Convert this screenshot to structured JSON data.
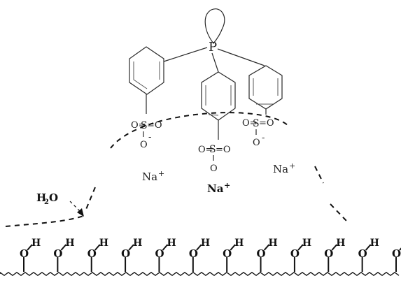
{
  "molecule": {
    "phosphorus": "P",
    "sulfonate_left": {
      "top_o": "O=",
      "s": "S",
      "right_o": "=O",
      "bottom_o": "O",
      "charge": "-"
    },
    "sulfonate_mid": {
      "top_o": "O=",
      "s": "S",
      "right_o": "=O",
      "bottom_o": "O"
    },
    "sulfonate_right": {
      "top_o": "O=",
      "s": "S",
      "right_o": "=O",
      "bottom_o": "O",
      "charge": "-"
    }
  },
  "ions": {
    "na_left": "Na",
    "na_left_sup": "+",
    "na_center": "Na",
    "na_center_sup": "+",
    "na_right": "Na",
    "na_right_sup": "+"
  },
  "water": {
    "h": "H",
    "sub": "2",
    "o": "O"
  },
  "surface": {
    "hydroxyl_count": 12,
    "o_label": "O",
    "h_label": "H"
  }
}
